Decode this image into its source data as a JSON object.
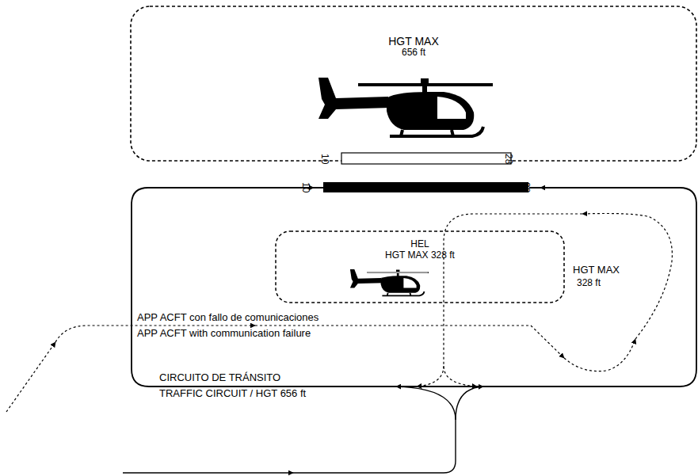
{
  "diagram": {
    "nodes": [
      {
        "text": [
          "HGT MAX",
          "656 ft"
        ]
      },
      {
        "text": [
          "HEL",
          "HGT MAX 328 ft"
        ]
      }
    ],
    "labels": [
      "10",
      "28",
      "10",
      "28",
      "HGT MAX",
      "328 ft",
      "APP ACFT con fallo de comunicaciones",
      "APP ACFT with communication failure",
      "CIRCUITO DE TRÁNSITO",
      "TRAFFIC CIRCUIT / HGT 656 ft"
    ]
  }
}
